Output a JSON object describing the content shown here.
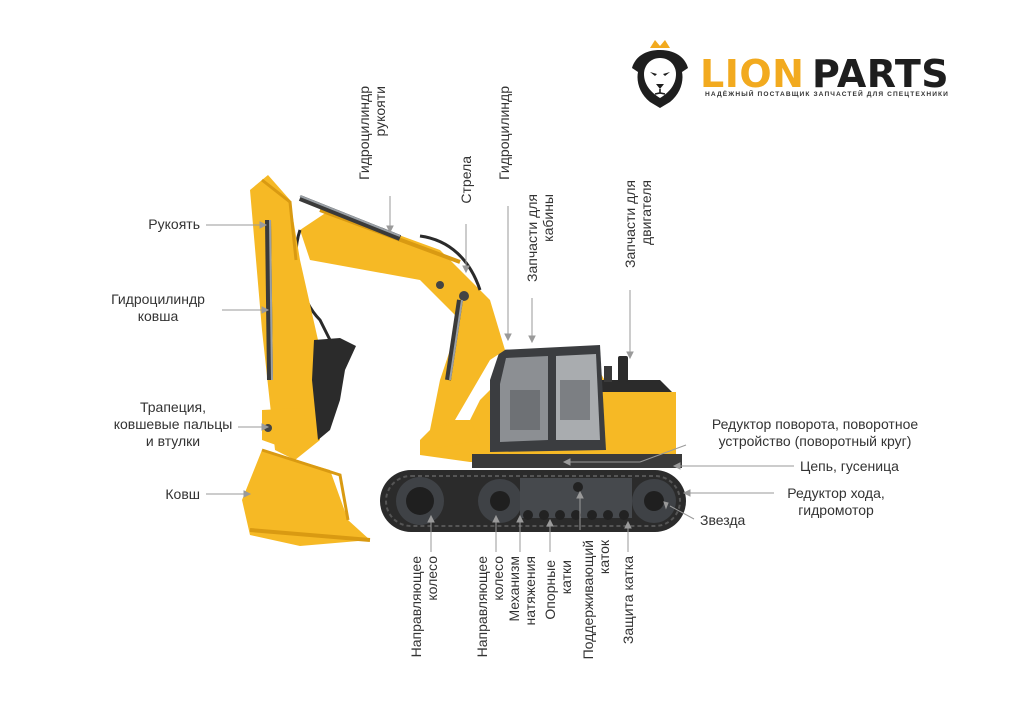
{
  "brand": {
    "name_part1": "LION",
    "name_part2": "PARTS",
    "tagline": "НАДЁЖНЫЙ ПОСТАВЩИК ЗАПЧАСТЕЙ ДЛЯ СПЕЦТЕХНИКИ",
    "accent_color": "#F2AA1F",
    "dark_color": "#1E1E1E"
  },
  "colors": {
    "machine_yellow": "#F6B925",
    "machine_shade": "#D99A12",
    "track_dark": "#2B2B2B",
    "leader": "#9A9A9A"
  },
  "labels": {
    "arm": "Рукоять",
    "bucket_cylinder": [
      "Гидроцилиндр",
      "ковша"
    ],
    "linkage": [
      "Трапеция,",
      "ковшевые пальцы",
      "и втулки"
    ],
    "bucket": "Ковш",
    "arm_cylinder": [
      "Гидроцилиндр",
      "рукояти"
    ],
    "boom": "Стрела",
    "boom_cylinder": "Гидроцилиндр",
    "cab_parts": [
      "Запчасти для",
      "кабины"
    ],
    "engine_parts": [
      "Запчасти для",
      "двигателя"
    ],
    "swing_gear": [
      "Редуктор поворота, поворотное",
      "устройство (поворотный круг)"
    ],
    "track_chain": "Цепь, гусеница",
    "final_drive": [
      "Редуктор хода,",
      "гидромотор"
    ],
    "sprocket": "Звезда",
    "idler": [
      "Направляющее",
      "колесо"
    ],
    "idler_tension": [
      "Направляющее",
      "колесо",
      "Механизм",
      "натяжения"
    ],
    "track_rollers": [
      "Опорные",
      "катки"
    ],
    "carrier_roller": [
      "Поддерживающий",
      "каток"
    ],
    "roller_guard": "Защита катка"
  }
}
